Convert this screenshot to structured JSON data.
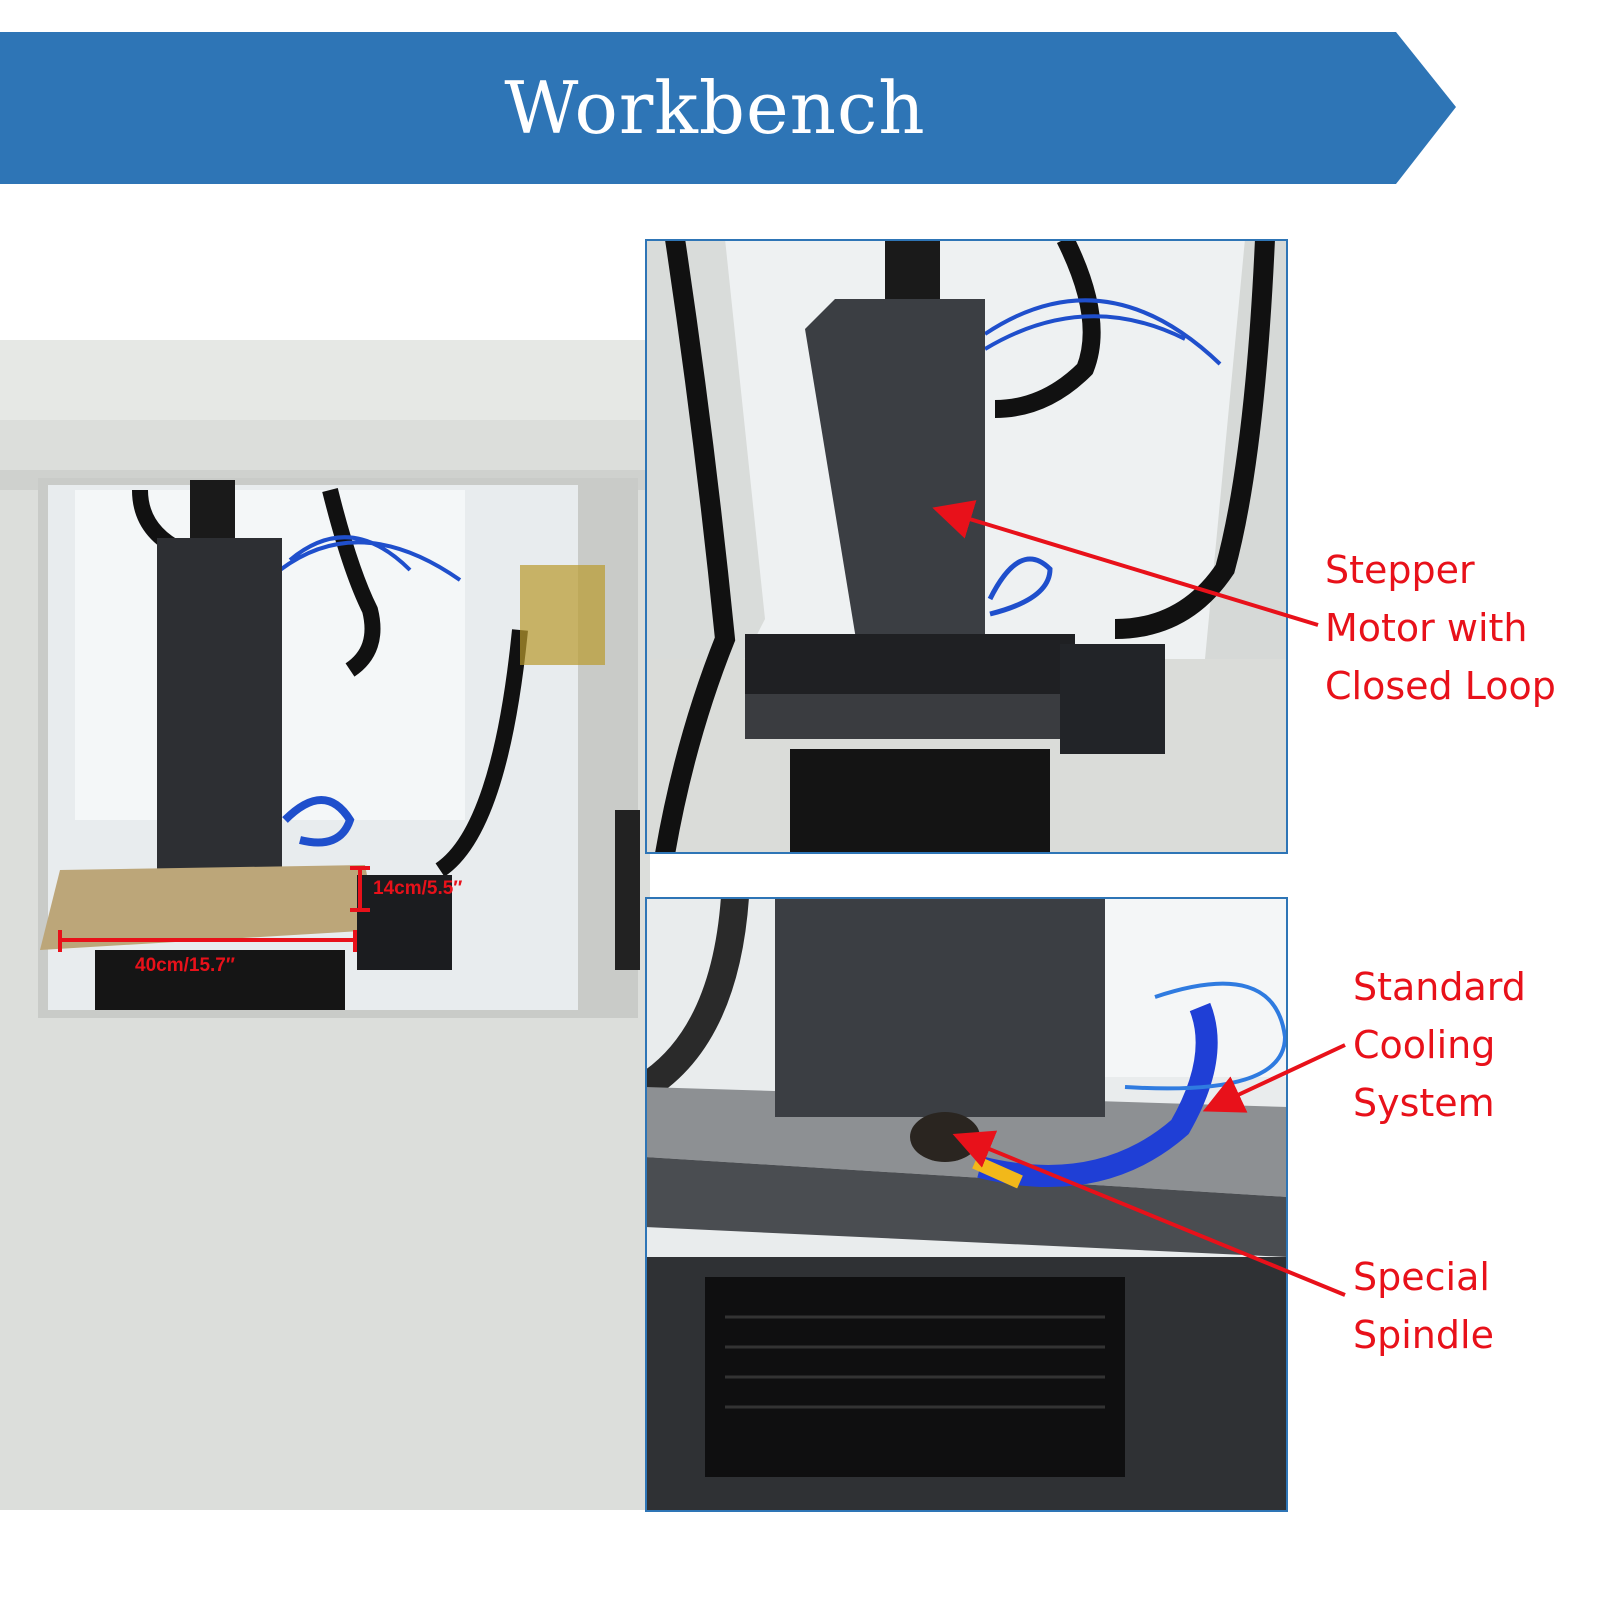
{
  "header": {
    "title": "Workbench"
  },
  "main_photo": {
    "dimensions": {
      "width": "40cm/15.7″",
      "height": "14cm/5.5″"
    }
  },
  "callouts": [
    {
      "text": "Stepper\nMotor with\nClosed Loop"
    },
    {
      "text": "Standard\nCooling\nSystem"
    },
    {
      "text": "Special\nSpindle"
    }
  ],
  "colors": {
    "banner": "#2e75b6",
    "callout": "#e8111a",
    "frame": "#2e75b6"
  }
}
